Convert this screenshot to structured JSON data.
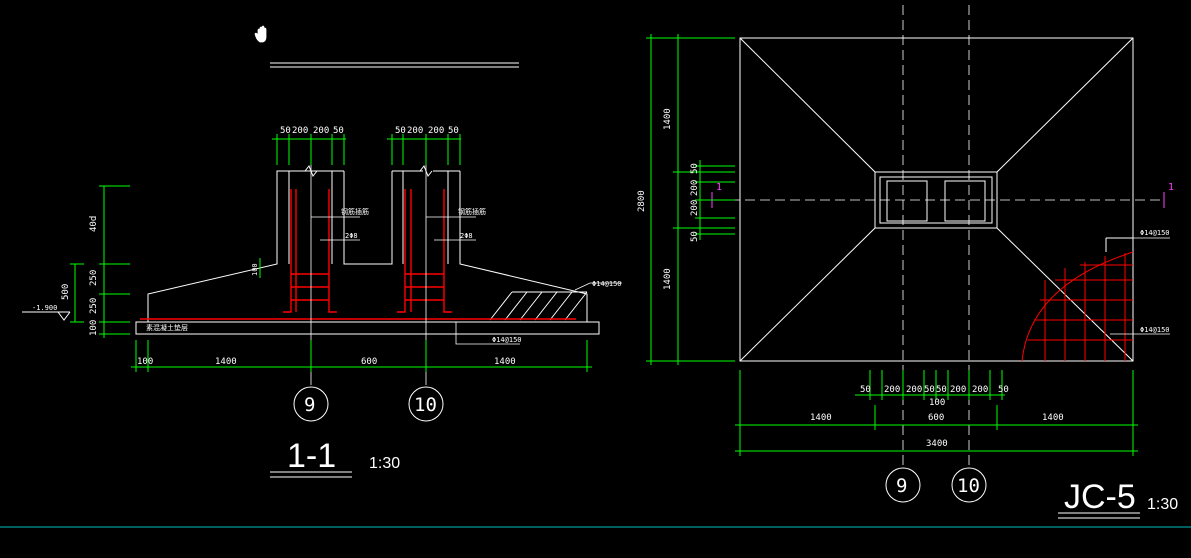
{
  "colors": {
    "background": "#000000",
    "outline": "#ffffff",
    "dimension": "#00ff00",
    "rebar": "#ff0000",
    "section_mark": "#ff3fff",
    "status_line": "#00c0c0"
  },
  "icons": {
    "cursor": "hand-pan-icon"
  },
  "section_view": {
    "title": "1-1",
    "scale": "1:30",
    "col_dims": [
      "50",
      "200",
      "200",
      "50"
    ],
    "vert_dims": [
      "40d",
      "250",
      "250",
      "100"
    ],
    "total_height": "500",
    "step_dim": "100",
    "elevation": "-1.900",
    "bottom_dims": [
      "100",
      "1400",
      "600",
      "1400"
    ],
    "rebar_labels": {
      "stirrup": "2Φ8",
      "top_mesh": "Φ14@150",
      "bottom_mesh": "Φ14@150",
      "note_left": "钢筋插筋",
      "note_right": "钢筋插筋",
      "blinding": "素混凝土垫层"
    },
    "axes": [
      "9",
      "10"
    ]
  },
  "plan_view": {
    "title": "JC-5",
    "scale": "1:30",
    "left_dims": [
      "1400",
      "50",
      "200",
      "200",
      "50",
      "1400"
    ],
    "left_total": "2800",
    "bottom_dims": [
      "50",
      "200",
      "200",
      "50",
      "50",
      "200",
      "200",
      "50"
    ],
    "centre_gap": "100",
    "bottom_row2": [
      "1400",
      "600",
      "1400"
    ],
    "bottom_total": "3400",
    "rebar_top": "Φ14@150",
    "rebar_bottom": "Φ14@150",
    "section_label": "1",
    "axes": [
      "9",
      "10"
    ]
  }
}
